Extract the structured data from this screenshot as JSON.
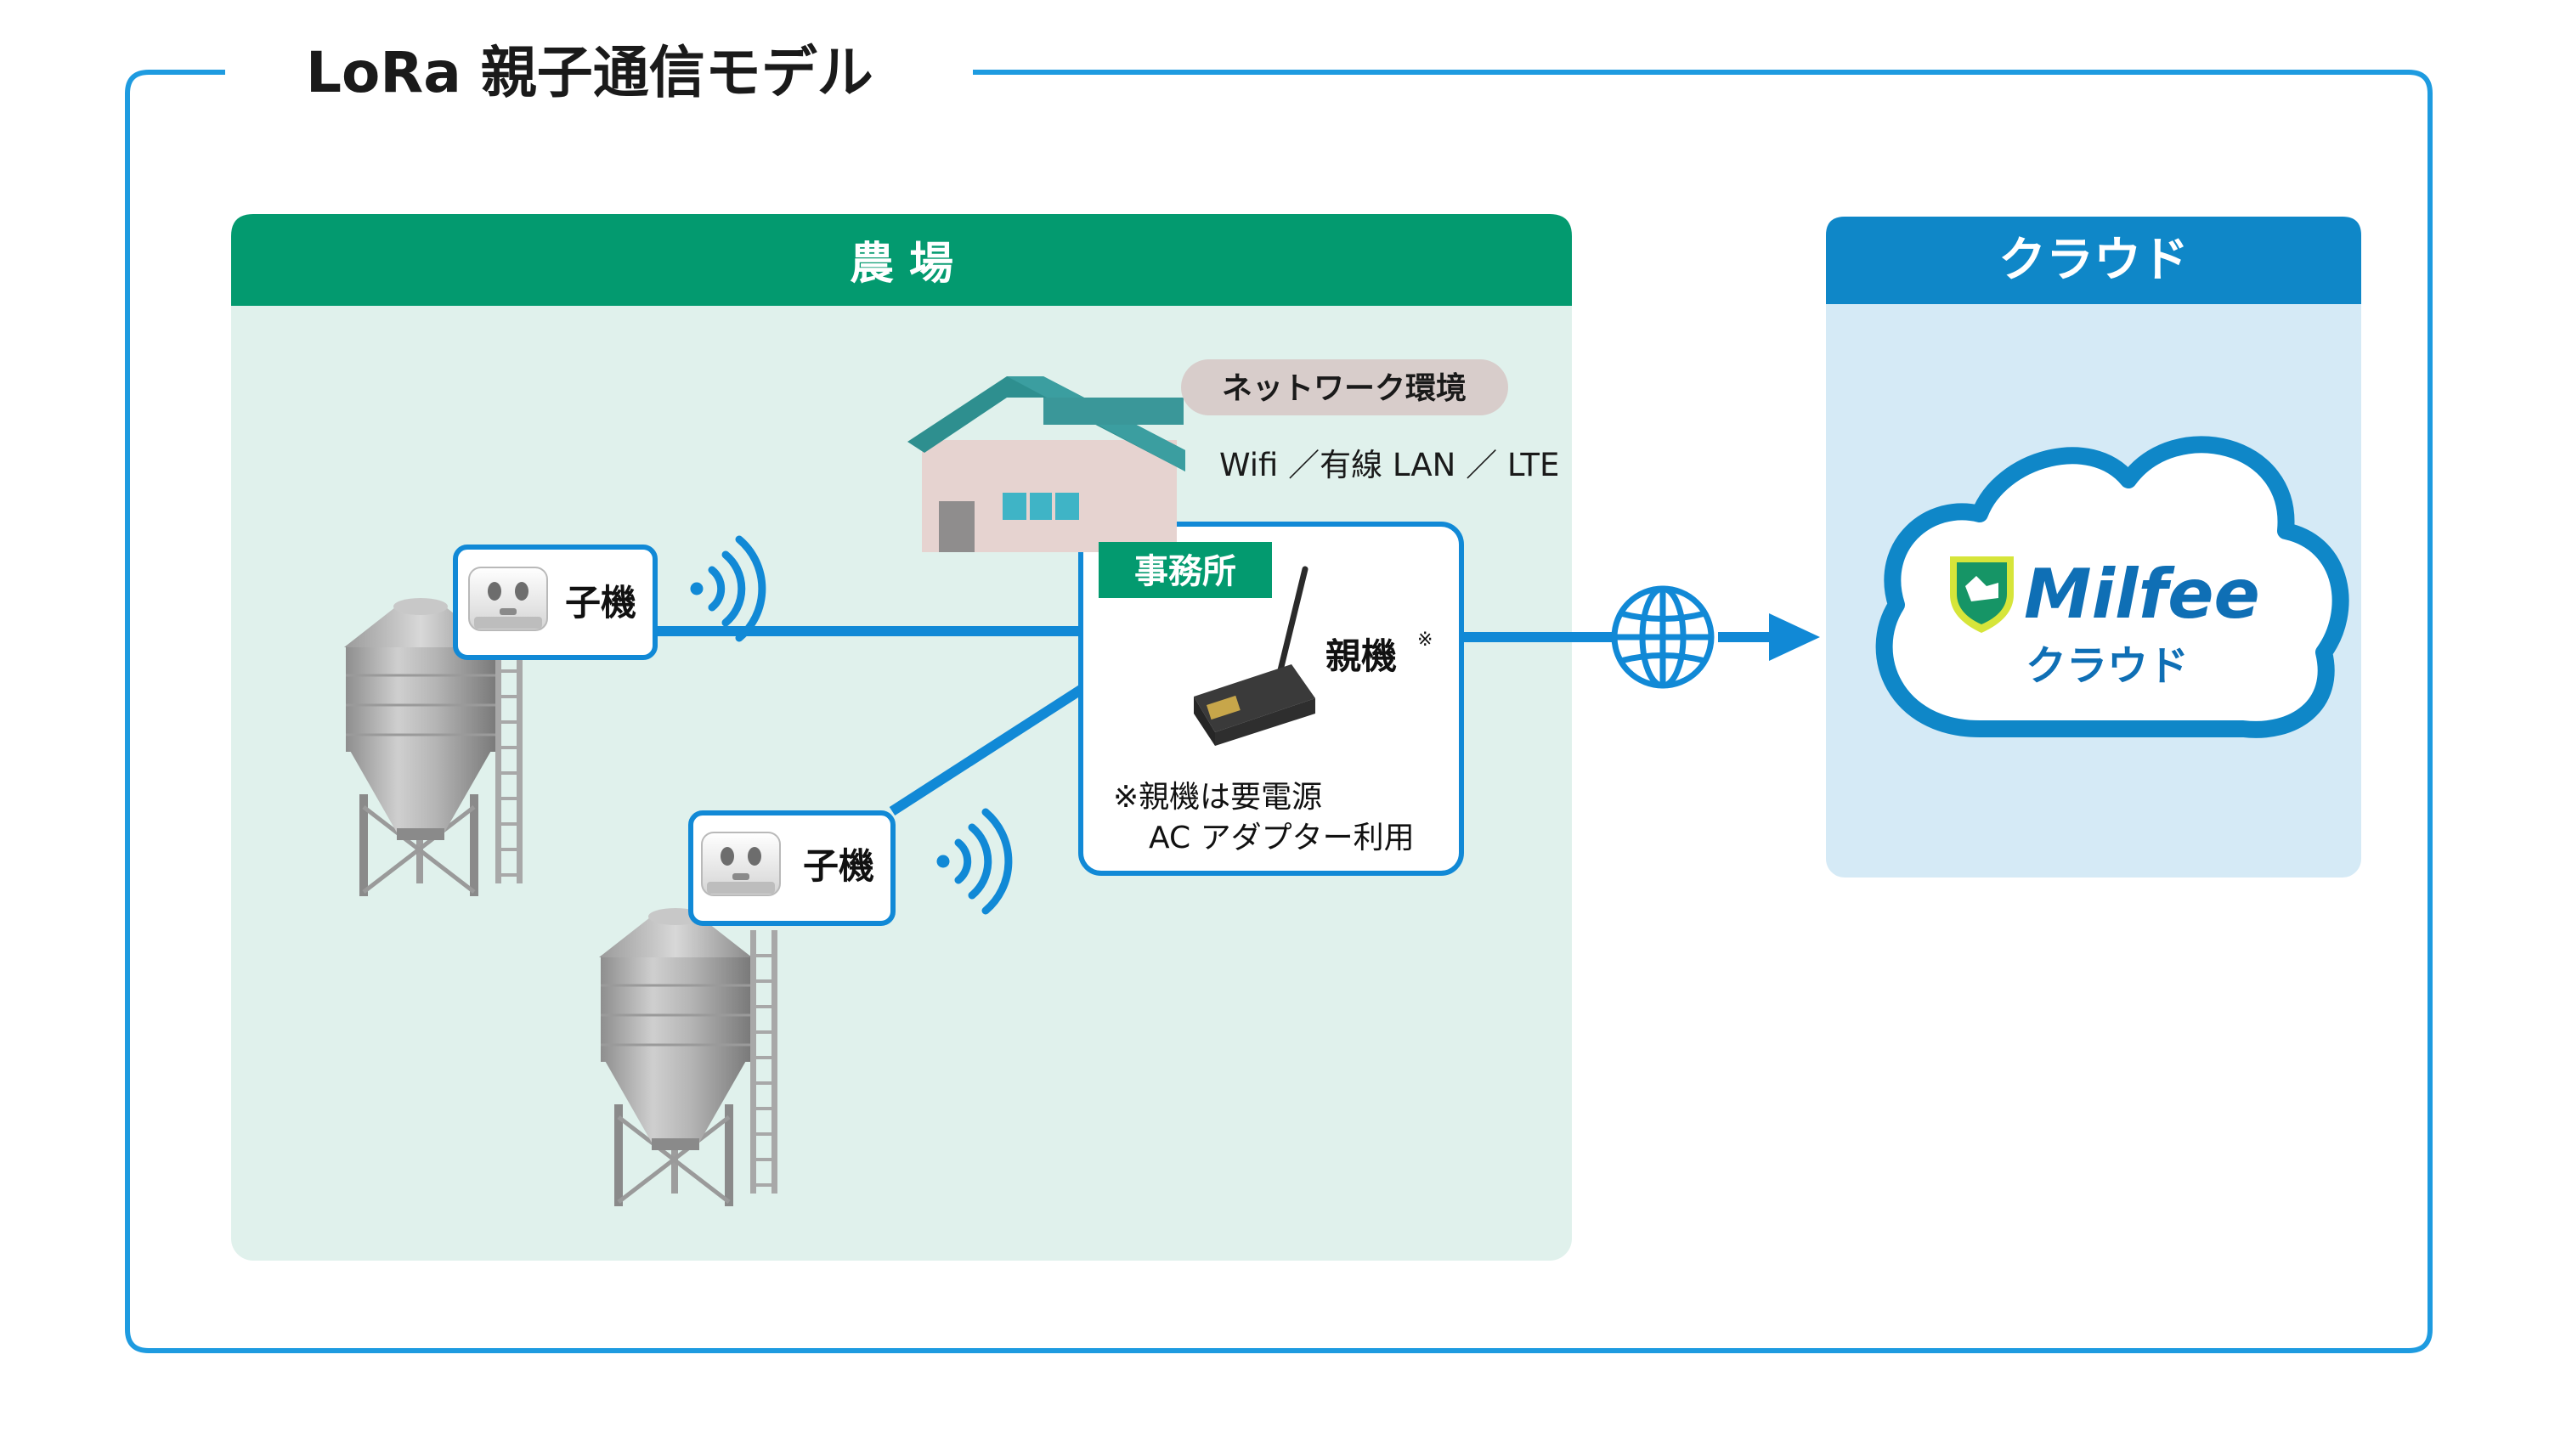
{
  "title": "LoRa 親子通信モデル",
  "farm": {
    "header": "農 場",
    "header_color": "#039a6f",
    "bg_color": "#e0f1ec"
  },
  "cloud": {
    "header": "クラウド",
    "header_color": "#0f87c8",
    "bg_color": "#d5eaf6"
  },
  "network": {
    "label": "ネットワーク環境",
    "types": "Wifi ／有線 LAN ／ LTE"
  },
  "office": {
    "label": "事務所",
    "parent_label": "親機",
    "parent_mark": "※",
    "note_line1": "※親機は要電源",
    "note_line2": "AC アダプター利用"
  },
  "children": [
    {
      "label": "子機"
    },
    {
      "label": "子機"
    }
  ],
  "service": {
    "logo_text": "Milfee",
    "cloud_label": "クラウド"
  },
  "colors": {
    "frame": "#1e9be0",
    "line": "#1189d6",
    "dark_blue": "#0f6fb5"
  },
  "icons": [
    "silo-icon",
    "sensor-icon",
    "wifi-signal-icon",
    "barn-icon",
    "gateway-icon",
    "globe-icon",
    "arrow-right-icon",
    "cloud-icon",
    "milfee-shield-icon"
  ]
}
